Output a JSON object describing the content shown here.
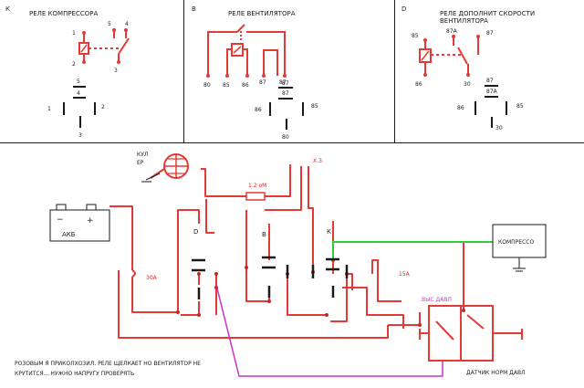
{
  "colors": {
    "wire": "#e53935",
    "wire_dark": "#c62828",
    "ink": "#1a1a1a",
    "green": "#33cc33",
    "magenta": "#cc33cc",
    "label_red": "#dd2222"
  },
  "panels": {
    "k": {
      "letter": "К",
      "title": "РЕЛЕ КОМПРЕССОРА",
      "pins": [
        "1",
        "2",
        "5",
        "4",
        "3"
      ],
      "socket": [
        "5",
        "4",
        "1",
        "2",
        "3"
      ]
    },
    "b": {
      "letter": "В",
      "title": "РЕЛЕ ВЕНТИЛЯТОРА",
      "pins": [
        "80",
        "85",
        "86",
        "87",
        "87"
      ],
      "socket": [
        "87",
        "87",
        "86",
        "85",
        "80"
      ]
    },
    "d": {
      "letter": "D",
      "title_line1": "РЕЛЕ ДОПОЛНИТ СКОРОСТИ",
      "title_line2": "ВЕНТИЛЯТОРА",
      "pins": [
        "85",
        "87А",
        "87",
        "86",
        "30"
      ],
      "socket": [
        "87",
        "87А",
        "86",
        "85",
        "30"
      ]
    }
  },
  "circuit": {
    "kul_line1": "КУЛ",
    "kul_line2": "ЕР",
    "resistor": "1.2 оМ",
    "xz": "Х.З.",
    "akb": "АКБ",
    "minus": "−",
    "plus": "+",
    "fuse_30": "30А",
    "fuse_15": "15А",
    "relay_d": "D",
    "relay_b": "В",
    "relay_k": "К",
    "compressor": "КОМПРЕССО",
    "high_pressure": "ВЫС ДАВЛ",
    "normal_pressure_sensor": "ДАТЧИК НОРМ ДАВЛ",
    "note_line1": "РОЗОВЫМ Я ПРИКОЛХОЗИЛ. РЕЛЕ ЩЕЛКАЕТ НО ВЕНТИЛЯТОР НЕ",
    "note_line2": "КРУТИТСЯ... НУЖНО НАПРУГУ ПРОВЕРЯТЬ"
  }
}
